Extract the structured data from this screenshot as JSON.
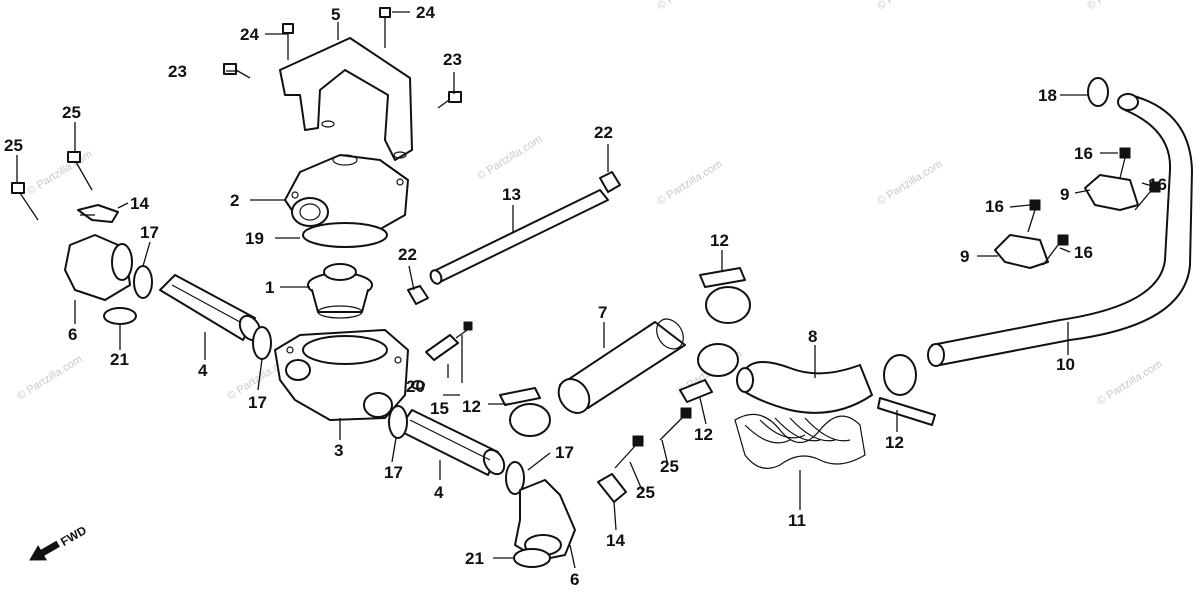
{
  "watermark": "© Partzilla.com",
  "fwd_label": "FWD",
  "callouts": {
    "c1": "1",
    "c2": "2",
    "c3": "3",
    "c4a": "4",
    "c4b": "4",
    "c5": "5",
    "c6a": "6",
    "c6b": "6",
    "c7": "7",
    "c8": "8",
    "c9a": "9",
    "c9b": "9",
    "c10": "10",
    "c11": "11",
    "c12a": "12",
    "c12b": "12",
    "c12c": "12",
    "c12d": "12",
    "c13": "13",
    "c14a": "14",
    "c14b": "14",
    "c15": "15",
    "c16a": "16",
    "c16b": "16",
    "c16c": "16",
    "c16d": "16",
    "c17a": "17",
    "c17b": "17",
    "c17c": "17",
    "c17d": "17",
    "c18": "18",
    "c19": "19",
    "c20": "20",
    "c21a": "21",
    "c21b": "21",
    "c22a": "22",
    "c22b": "22",
    "c23a": "23",
    "c23b": "23",
    "c24a": "24",
    "c24b": "24",
    "c25a": "25",
    "c25b": "25",
    "c25c": "25",
    "c25d": "25"
  }
}
